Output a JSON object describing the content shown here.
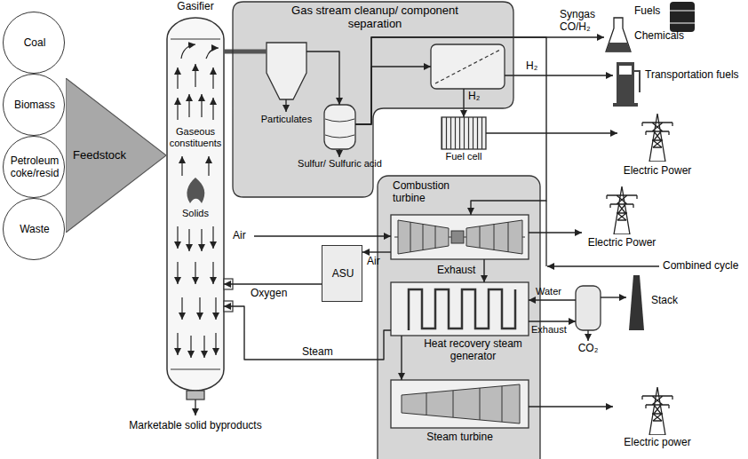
{
  "diagram": {
    "nodes": [
      {
        "text": [
          "Coal"
        ]
      },
      {
        "text": [
          "Biomass"
        ]
      },
      {
        "text": [
          "Petroleum coke/resid"
        ]
      },
      {
        "text": [
          "Waste"
        ]
      },
      {
        "text": [
          "Feedstock"
        ]
      },
      {
        "text": [
          "Gasifier",
          "Gaseous constituents",
          "Solids"
        ]
      },
      {
        "text": [
          "Gas stream cleanup/ component separation"
        ]
      },
      {
        "text": [
          "Particulates"
        ],
        "in": 6
      },
      {
        "text": [
          "Sulfur/ Sulfuric acid"
        ],
        "in": 6
      },
      {
        "text": [
          "H₂"
        ],
        "in": 6
      },
      {
        "text": [
          "Fuel cell"
        ]
      },
      {
        "text": [
          "ASU"
        ]
      },
      {
        "text": [
          "Combustion turbine"
        ]
      },
      {
        "text": [
          "Heat recovery steam generator"
        ]
      },
      {
        "text": [
          "Steam turbine"
        ]
      },
      {
        "text": [
          "CO₂"
        ]
      },
      {
        "text": [
          "Stack"
        ]
      },
      {
        "text": [
          "Fuels",
          "Chemicals"
        ]
      },
      {
        "text": [
          "Transportation fuels"
        ]
      },
      {
        "text": [
          "Electric Power"
        ]
      },
      {
        "text": [
          "Electric Power"
        ]
      },
      {
        "text": [
          "Electric power"
        ]
      }
    ],
    "edges": [
      {
        "from": 5,
        "to": 7,
        "arrow": "none"
      },
      {
        "from": 7,
        "to": 8,
        "arrow": "to"
      },
      {
        "from": 8,
        "to": 9,
        "arrow": "to"
      },
      {
        "from": 8,
        "to": 17,
        "label": "Syngas CO/H₂",
        "arrow": "to"
      },
      {
        "from": 8,
        "to": 12,
        "arrow": "to"
      },
      {
        "from": 9,
        "to": 18,
        "label": "H₂",
        "arrow": "to"
      },
      {
        "from": 9,
        "to": 10,
        "arrow": "to"
      },
      {
        "from": 10,
        "to": 19,
        "arrow": "to"
      },
      {
        "from": 12,
        "to": 20,
        "arrow": "to"
      },
      {
        "from": 12,
        "to": 11,
        "label": "Air",
        "arrow": "to"
      },
      {
        "from": 11,
        "to": 5,
        "label": "Oxygen",
        "arrow": "to"
      },
      {
        "from": 12,
        "to": 13,
        "label": "Exhaust",
        "arrow": "to"
      },
      {
        "from": 13,
        "to": 15,
        "label": "Exhaust",
        "arrow": "to"
      },
      {
        "from": 15,
        "to": 13,
        "label": "Water",
        "arrow": "to"
      },
      {
        "from": 15,
        "to": 16,
        "arrow": "to"
      },
      {
        "from": 13,
        "to": 5,
        "label": "Steam",
        "arrow": "to"
      },
      {
        "from": 13,
        "to": 14,
        "arrow": "to"
      },
      {
        "from": 14,
        "to": 21,
        "arrow": "to"
      }
    ],
    "labels": [
      "Air",
      "Combined cycle",
      "Marketable solid byproducts"
    ]
  }
}
